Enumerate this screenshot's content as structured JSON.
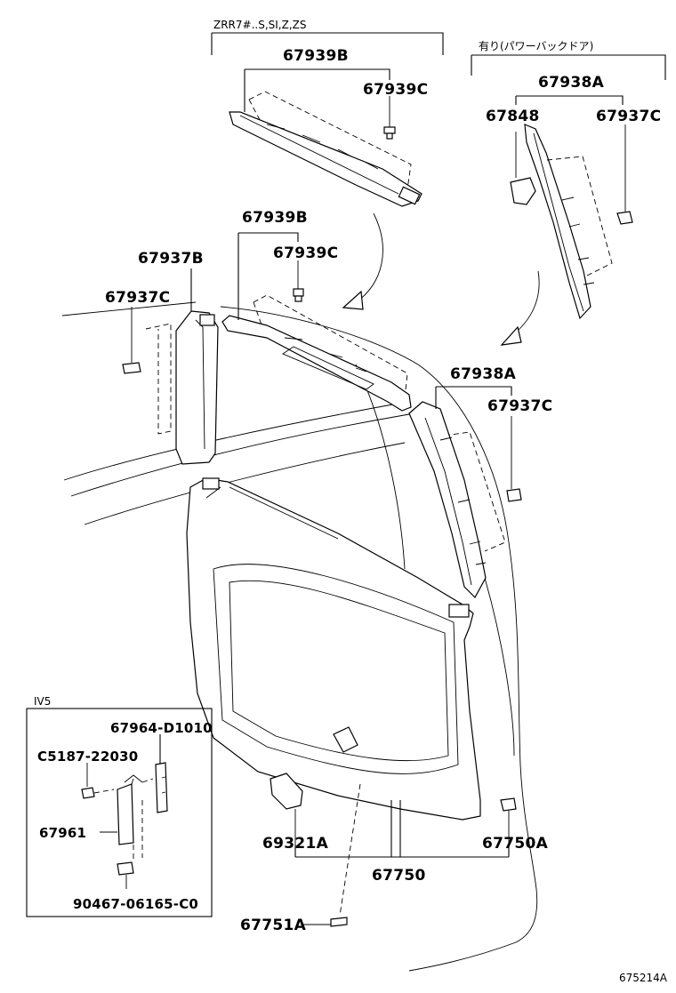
{
  "variant_labels": {
    "top_center": "ZRR7#..S,SI,Z,ZS",
    "top_right": "有り(パワーバックドア)",
    "inset": "IV5"
  },
  "part_labels": {
    "p67939B_top": "67939B",
    "p67939C_top": "67939C",
    "p67938A_top": "67938A",
    "p67848": "67848",
    "p67937C_top": "67937C",
    "p67939B_mid": "67939B",
    "p67937B": "67937B",
    "p67939C_mid": "67939C",
    "p67937C_left": "67937C",
    "p67938A_mid": "67938A",
    "p67937C_right": "67937C",
    "p67964": "67964-D1010",
    "pC5187": "C5187-22030",
    "p67961": "67961",
    "p90467": "90467-06165-C0",
    "p69321A": "69321A",
    "p67750A": "67750A",
    "p67750": "67750",
    "p67751A": "67751A"
  },
  "figure_code": "675214A"
}
